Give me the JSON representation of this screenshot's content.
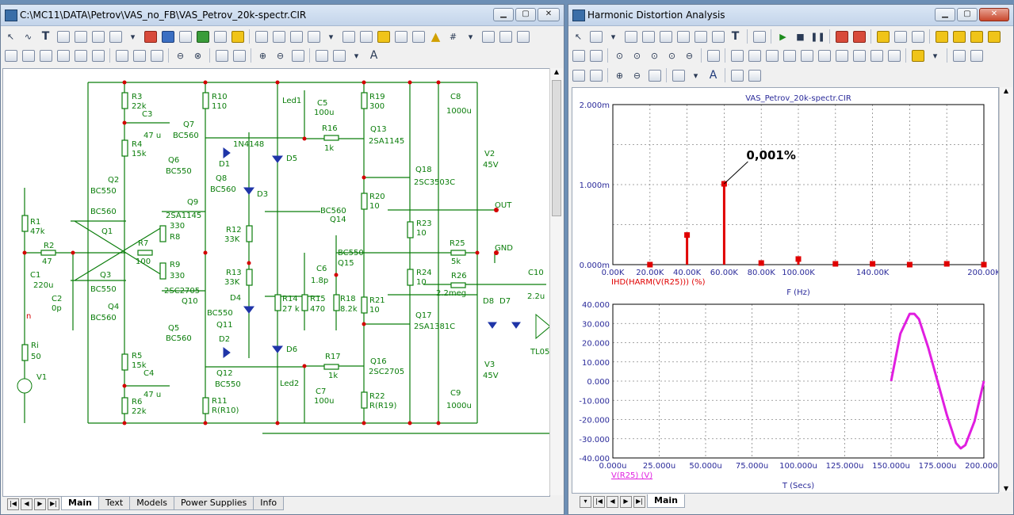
{
  "left_window": {
    "title": "C:\\MC11\\DATA\\Petrov\\VAS_no_FB\\VAS_Petrov_20k-spectr.CIR",
    "tabs": [
      "Main",
      "Text",
      "Models",
      "Power Supplies",
      "Info"
    ],
    "active_tab": "Main",
    "labels": {
      "R3": "R3",
      "R3v": "22k",
      "C3": "C3",
      "C3v": "47 u",
      "R4": "R4",
      "R4v": "15k",
      "Q7": "Q7",
      "Q7m": "BC560",
      "R10": "R10",
      "R10v": "110",
      "1N4148": "1N4148",
      "D1": "D1",
      "D5": "D5",
      "Q6": "Q6",
      "Q6m": "BC550",
      "Q8": "Q8",
      "Q8m": "BC560",
      "D3": "D3",
      "Q2": "Q2",
      "Q2m": "BC550",
      "Q1m": "BC560",
      "Q1": "Q1",
      "Q9": "Q9",
      "Q9m": "2SA1145",
      "R12": "R12",
      "R12v": "33K",
      "R1": "R1",
      "R1v": "47k",
      "R2": "R2",
      "R2v": "47",
      "R7": "R7",
      "R7v": "100",
      "R8v": "330",
      "R8": "R8",
      "R9": "R9",
      "R9v": "330",
      "C1": "C1",
      "C1v": "220u",
      "C2": "C2",
      "C2v": "0p",
      "Q3": "Q3",
      "Q3m": "BC550",
      "Q4": "Q4",
      "Q4m": "BC560",
      "Q10m": "2SC2705",
      "Q10": "Q10",
      "R13": "R13",
      "R13v": "33K",
      "D4": "D4",
      "Q5": "Q5",
      "Q5m": "BC560",
      "Q11m": "BC550",
      "Q11": "Q11",
      "D2": "D2",
      "D6": "D6",
      "R5": "R5",
      "R5v": "15k",
      "C4": "C4",
      "C4v": "47 u",
      "R6": "R6",
      "R6v": "22k",
      "Q12": "Q12",
      "Q12m": "BC550",
      "R11": "R11",
      "R11v": "R(R10)",
      "Ri": "Ri",
      "Riv": "50",
      "V1": "V1",
      "n": "n",
      "Led1": "Led1",
      "C5": "C5",
      "C5v": "100u",
      "R16": "R16",
      "R16v": "1k",
      "R19": "R19",
      "R19v": "300",
      "Q13": "Q13",
      "Q13m": "2SA1145",
      "C8": "C8",
      "C8v": "1000u",
      "V2": "V2",
      "V2v": "45V",
      "Q18": "Q18",
      "Q18m": "2SC3503C",
      "R20": "R20",
      "R20v": "10",
      "Q14m": "BC560",
      "Q14": "Q14",
      "OUT": "OUT",
      "R23": "R23",
      "R23v": "10",
      "GND": "GND",
      "R25": "R25",
      "R25v": "5k",
      "Q15m": "BC550",
      "Q15": "Q15",
      "C6": "C6",
      "C6v": "1.8p",
      "R24": "R24",
      "R24v": "10",
      "R26": "R26",
      "R26v": "2.2meg",
      "C10": "C10",
      "C10v": "2.2u",
      "R14": "R14",
      "R14v": "27 k",
      "R15": "R15",
      "R15v": "470",
      "R18": "R18",
      "R18v": "8.2k",
      "R21": "R21",
      "R21v": "10",
      "Q17": "Q17",
      "Q17m": "2SA1381C",
      "D8": "D8",
      "D7": "D7",
      "TL05": "TL05",
      "R17": "R17",
      "R17v": "1k",
      "Q16": "Q16",
      "Q16m": "2SC2705",
      "V3": "V3",
      "V3v": "45V",
      "Led2": "Led2",
      "C7": "C7",
      "C7v": "100u",
      "R22": "R22",
      "R22v": "R(R19)",
      "C9": "C9",
      "C9v": "1000u"
    }
  },
  "right_window": {
    "title": "Harmonic Distortion Analysis",
    "tabs": [
      "Main"
    ],
    "active_tab": "Main",
    "file_label": "VAS_Petrov_20k-spectr.CIR",
    "annotation": "0,001%",
    "top_plot": {
      "y_ticks": [
        "2.000m",
        "1.000m",
        "0.000m"
      ],
      "x_ticks": [
        "0.00K",
        "20.00K",
        "40.00K",
        "60.00K",
        "80.00K",
        "100.00K",
        "140.00K",
        "200.00K"
      ],
      "legend": "IHD(HARM(V(R25))) (%)",
      "xlabel": "F (Hz)"
    },
    "bottom_plot": {
      "y_ticks": [
        "40.000",
        "30.000",
        "20.000",
        "10.000",
        "0.000",
        "-10.000",
        "-20.000",
        "-30.000",
        "-40.000"
      ],
      "x_ticks": [
        "0.000u",
        "25.000u",
        "50.000u",
        "75.000u",
        "100.000u",
        "125.000u",
        "150.000u",
        "175.000u",
        "200.000u"
      ],
      "legend": "V(R25) (V)",
      "xlabel": "T (Secs)"
    }
  },
  "colors": {
    "schematic": "#0a7d0a",
    "component": "#1f35a8",
    "node": "#d40000",
    "harmonics": "#e00000",
    "waveform": "#e01ee0"
  },
  "chart_data": [
    {
      "type": "bar",
      "title": "VAS_Petrov_20k-spectr.CIR",
      "xlabel": "F (Hz)",
      "ylabel": "IHD(HARM(V(R25))) (%)",
      "x": [
        20000,
        40000,
        60000,
        80000,
        100000,
        120000,
        140000,
        160000,
        180000,
        200000
      ],
      "values": [
        0.0,
        0.00037,
        0.00101,
        2e-05,
        7e-05,
        1e-05,
        1e-05,
        0.0,
        1e-05,
        0.0
      ],
      "ylim": [
        0,
        0.002
      ],
      "xlim": [
        0,
        200000
      ],
      "annotation": "0,001%"
    },
    {
      "type": "line",
      "xlabel": "T (Secs)",
      "ylabel": "V(R25) (V)",
      "series": [
        {
          "name": "V(R25) (V)",
          "x": [
            150,
            155,
            160,
            162.5,
            165,
            170,
            175,
            180,
            185,
            187.5,
            190,
            195,
            200
          ],
          "y": [
            0,
            24.7,
            35,
            35,
            32.3,
            17.5,
            0,
            -17.5,
            -32.3,
            -35,
            -33.3,
            -20.8,
            0
          ]
        }
      ],
      "xlim": [
        0,
        200
      ],
      "ylim": [
        -40,
        40
      ]
    }
  ]
}
